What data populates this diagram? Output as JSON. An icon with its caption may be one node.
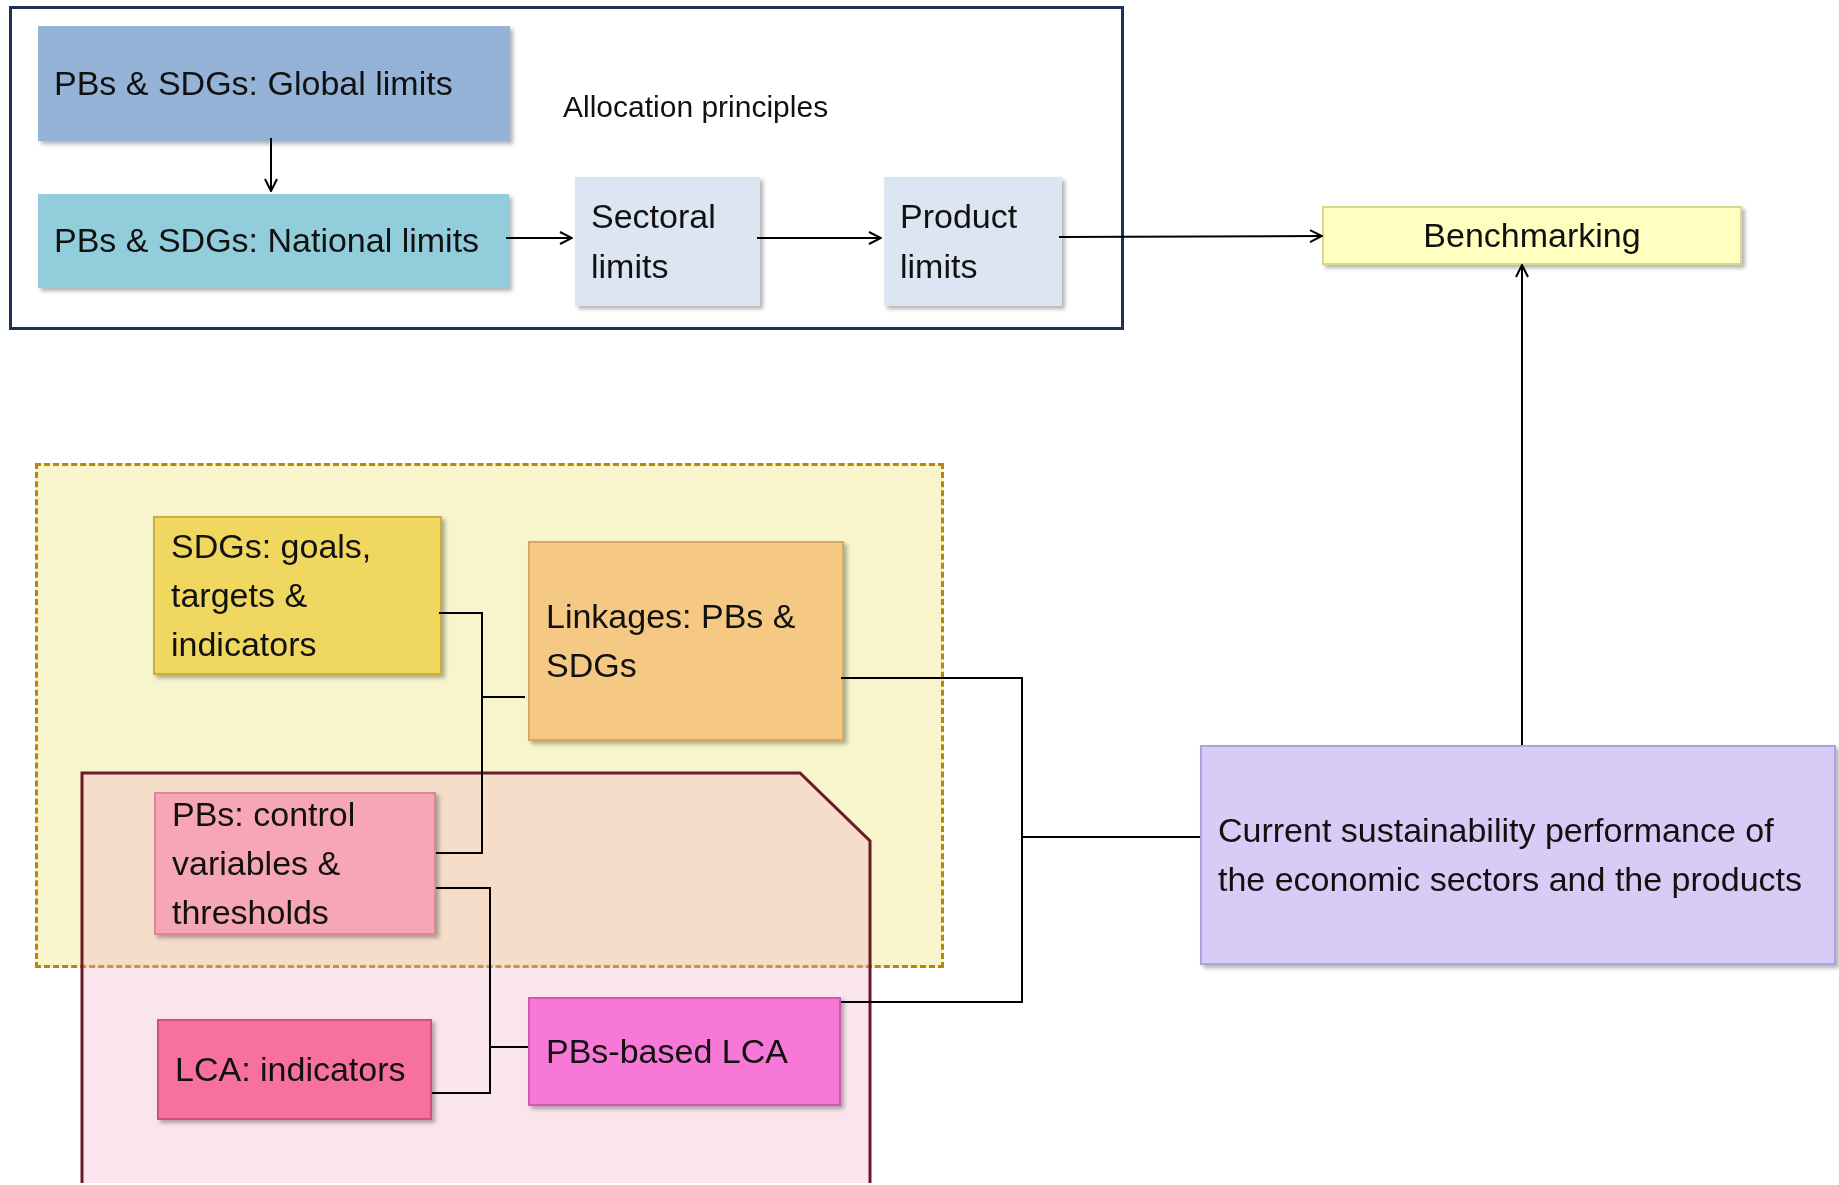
{
  "diagram": {
    "nodes": [
      {
        "text": [],
        "shape": "box"
      },
      {
        "text": [
          "PBs & SDGs: Global limits"
        ],
        "in": 0
      },
      {
        "text": [
          "PBs & SDGs: National limits"
        ],
        "in": 0
      },
      {
        "text": [
          "Sectoral limits"
        ],
        "in": 0
      },
      {
        "text": [
          "Product limits"
        ],
        "in": 0
      },
      {
        "text": [
          "Benchmarking"
        ]
      },
      {
        "text": [],
        "shape": "box"
      },
      {
        "text": [
          "SDGs: goals, targets & indicators"
        ],
        "in": 6
      },
      {
        "text": [
          "Linkages: PBs & SDGs"
        ],
        "in": 6
      },
      {
        "text": [],
        "shape": "pentagon"
      },
      {
        "text": [
          "PBs: control variables & thresholds"
        ]
      },
      {
        "text": [
          "LCA: indicators"
        ],
        "in": 9
      },
      {
        "text": [
          "PBs-based LCA"
        ],
        "in": 9
      },
      {
        "text": [
          "Current sustainability performance of the economic sectors and the products"
        ]
      }
    ],
    "edges": [
      {
        "from": 1,
        "to": 2,
        "arrow": "to"
      },
      {
        "from": 2,
        "to": 3,
        "arrow": "to"
      },
      {
        "from": 3,
        "to": 4,
        "arrow": "to"
      },
      {
        "from": 4,
        "to": 5,
        "arrow": "to"
      },
      {
        "from": 13,
        "to": 5,
        "arrow": "to"
      },
      {
        "from": 7,
        "to": 8,
        "arrow": "none"
      },
      {
        "from": 10,
        "to": 8,
        "arrow": "none"
      },
      {
        "from": 10,
        "to": 12,
        "arrow": "none"
      },
      {
        "from": 11,
        "to": 12,
        "arrow": "none"
      },
      {
        "from": 8,
        "to": 13,
        "arrow": "none"
      },
      {
        "from": 12,
        "to": 13,
        "arrow": "none"
      }
    ],
    "labels": [
      "Allocation principles"
    ]
  }
}
